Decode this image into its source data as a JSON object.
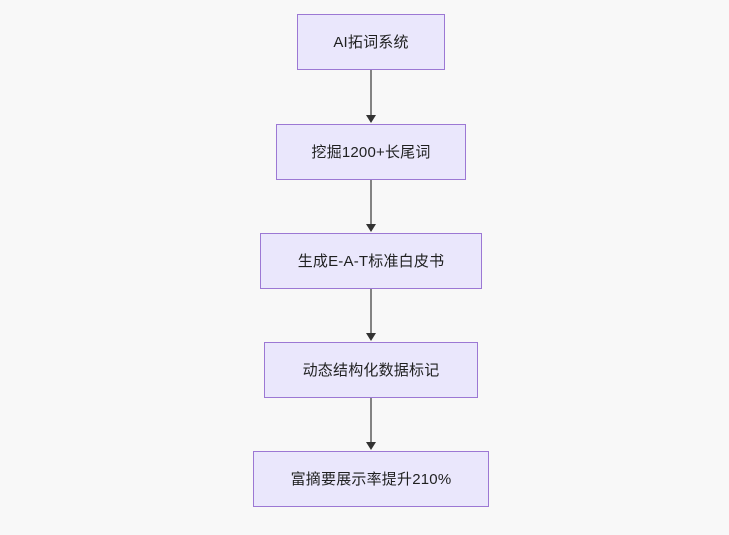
{
  "diagram": {
    "type": "flowchart",
    "orientation": "top-to-bottom",
    "background_color": "#f8f8f8",
    "node_fill_color": "#eae7fc",
    "node_border_color": "#9c78d4",
    "node_text_color": "#1f2020",
    "connector_color": "#838383",
    "arrowhead_color": "#333333",
    "nodes": [
      {
        "id": "n0",
        "label": "AI拓词系统"
      },
      {
        "id": "n1",
        "label": "挖掘1200+长尾词"
      },
      {
        "id": "n2",
        "label": "生成E-A-T标准白皮书"
      },
      {
        "id": "n3",
        "label": "动态结构化数据标记"
      },
      {
        "id": "n4",
        "label": "富摘要展示率提升210%"
      }
    ],
    "edges": [
      {
        "from": "n0",
        "to": "n1",
        "label": ""
      },
      {
        "from": "n1",
        "to": "n2",
        "label": ""
      },
      {
        "from": "n2",
        "to": "n3",
        "label": ""
      },
      {
        "from": "n3",
        "to": "n4",
        "label": ""
      }
    ]
  }
}
